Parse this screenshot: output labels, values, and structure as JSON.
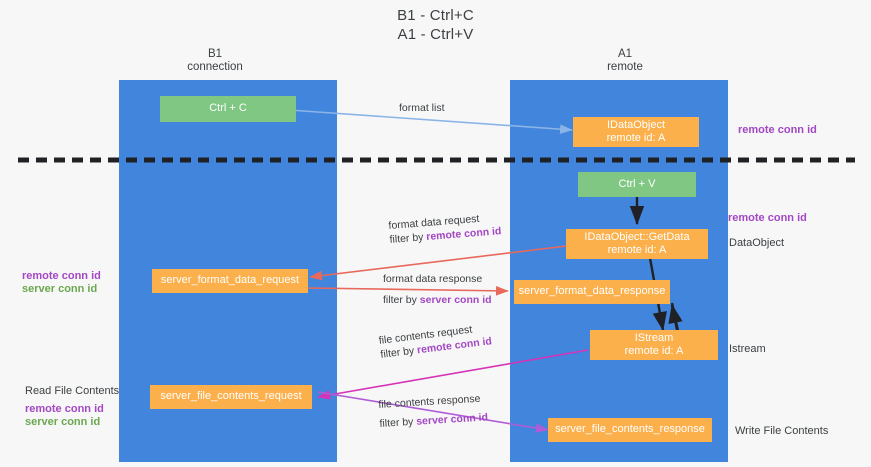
{
  "title": {
    "line1": "B1 - Ctrl+C",
    "line2": "A1 - Ctrl+V"
  },
  "columns": [
    {
      "name": "B1",
      "role": "connection"
    },
    {
      "name": "A1",
      "role": "remote"
    }
  ],
  "boxes": {
    "ctrl_c": {
      "line1": "Ctrl + C"
    },
    "idataobject": {
      "line1": "IDataObject",
      "line2": "remote id: A"
    },
    "ctrl_v": {
      "line1": "Ctrl + V"
    },
    "getdata": {
      "line1": "IDataObject::GetData",
      "line2": "remote id: A"
    },
    "server_format_data_request": {
      "line1": "server_format_data_request"
    },
    "server_format_data_response": {
      "line1": "server_format_data_response"
    },
    "istream": {
      "line1": "IStream",
      "line2": "remote id: A"
    },
    "server_file_contents_request": {
      "line1": "server_file_contents_request"
    },
    "server_file_contents_response": {
      "line1": "server_file_contents_response"
    }
  },
  "edges": [
    {
      "id": "format-list",
      "label": "format list",
      "filter": ""
    },
    {
      "id": "format-data-request",
      "label": "format data request",
      "filter_prefix": "filter by ",
      "filter_key": "remote conn id"
    },
    {
      "id": "format-data-response",
      "label": "format data response",
      "filter_prefix": "filter by ",
      "filter_key": "server conn id"
    },
    {
      "id": "file-contents-request",
      "label": "file contents request",
      "filter_prefix": "filter by ",
      "filter_key": "remote conn id"
    },
    {
      "id": "file-contents-response",
      "label": "file contents response",
      "filter_prefix": "filter by ",
      "filter_key": "server conn id"
    }
  ],
  "notes": {
    "right_remote_conn_id_top": "remote conn id",
    "right_remote_conn_id_mid": "remote conn id",
    "right_dataobject": "DataObject",
    "right_istream": "Istream",
    "right_write_file_contents": "Write File Contents",
    "left_remote_conn_id_mid": "remote conn id",
    "left_server_conn_id_mid": "server conn id",
    "left_read_file_contents": "Read File Contents",
    "left_remote_conn_id_bot": "remote conn id",
    "left_server_conn_id_bot": "server conn id"
  },
  "colors": {
    "lane": "#4285dd",
    "green_box": "#81c784",
    "orange_box": "#fbb04c",
    "purple_text": "#a347c4",
    "green_text": "#6aa84f",
    "arrow_blue": "#8ab4e8",
    "arrow_red": "#e8695c",
    "arrow_magenta": "#d633b7",
    "arrow_purple": "#b05cd6",
    "arrow_black": "#202124",
    "divider": "#202124",
    "background": "#f7f7f7"
  }
}
